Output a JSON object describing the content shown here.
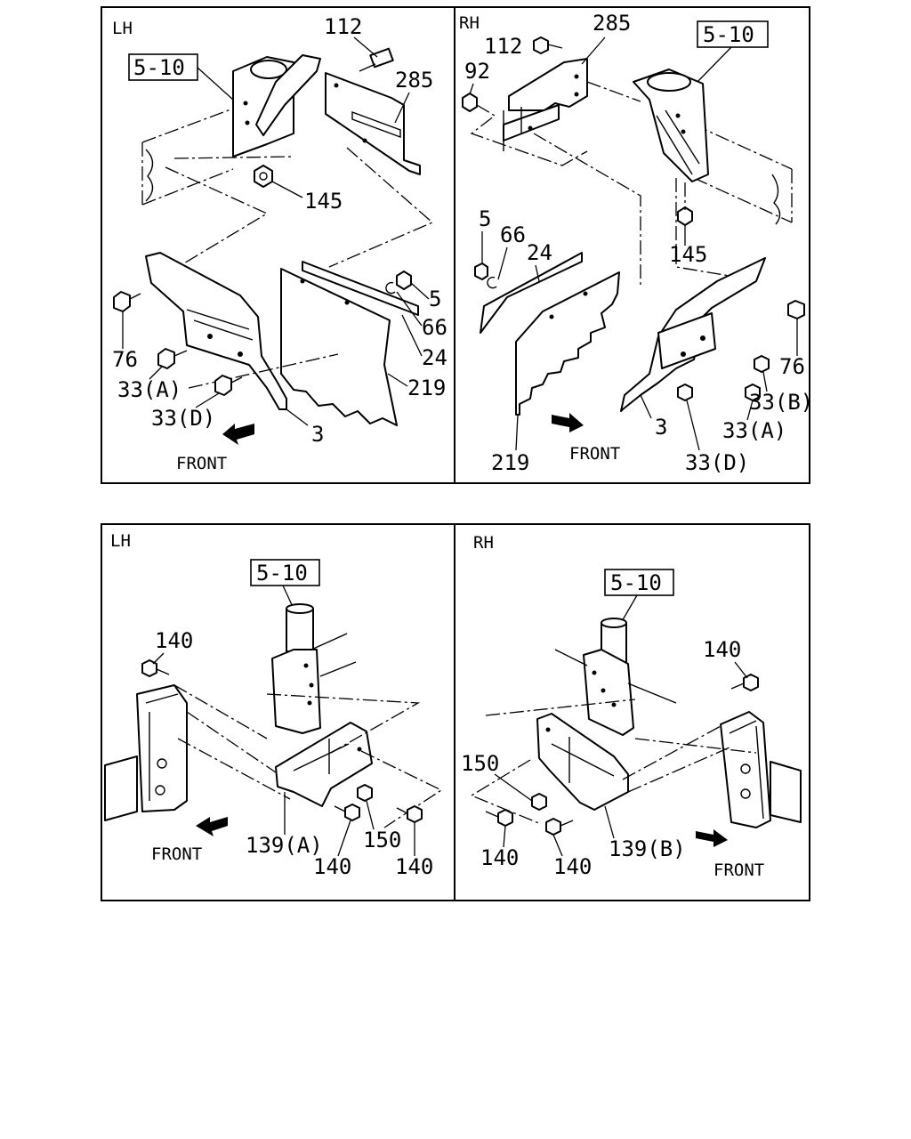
{
  "panels": {
    "top_lh": {
      "side_label": "LH",
      "ref_box": "5-10",
      "front_label": "FRONT",
      "callouts": [
        "112",
        "285",
        "145",
        "5",
        "66",
        "24",
        "219",
        "76",
        "33(A)",
        "33(D)",
        "3"
      ]
    },
    "top_rh": {
      "side_label": "RH",
      "ref_box": "5-10",
      "front_label": "FRONT",
      "callouts": [
        "285",
        "112",
        "92",
        "145",
        "5",
        "66",
        "24",
        "76",
        "33(B)",
        "33(A)",
        "3",
        "219",
        "33(D)"
      ]
    },
    "bottom_lh": {
      "side_label": "LH",
      "ref_box": "5-10",
      "front_label": "FRONT",
      "callouts": [
        "140",
        "139(A)",
        "140",
        "150",
        "140"
      ]
    },
    "bottom_rh": {
      "side_label": "RH",
      "ref_box": "5-10",
      "front_label": "FRONT",
      "callouts": [
        "140",
        "150",
        "140",
        "140",
        "139(B)"
      ]
    }
  }
}
